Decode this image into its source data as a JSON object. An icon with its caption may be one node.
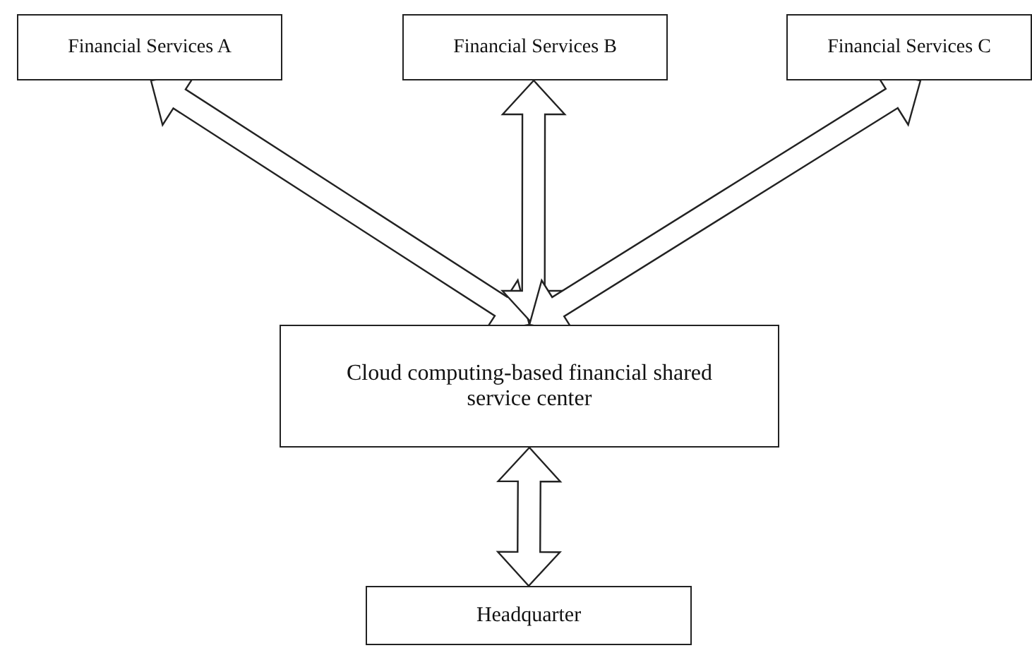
{
  "diagram": {
    "nodes": [
      {
        "text": [
          "Financial Services A"
        ]
      },
      {
        "text": [
          "Financial Services B"
        ]
      },
      {
        "text": [
          "Financial Services C"
        ]
      },
      {
        "text": [
          "Cloud computing-based financial shared service center"
        ]
      },
      {
        "text": [
          "Headquarter"
        ]
      }
    ],
    "edges": [
      {
        "from": 3,
        "to": 0,
        "arrow": "both"
      },
      {
        "from": 3,
        "to": 1,
        "arrow": "both"
      },
      {
        "from": 3,
        "to": 2,
        "arrow": "both"
      },
      {
        "from": 3,
        "to": 4,
        "arrow": "both"
      }
    ]
  }
}
